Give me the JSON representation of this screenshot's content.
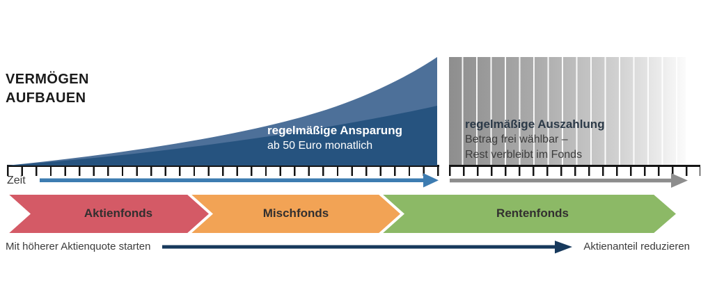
{
  "title": {
    "line1": "VERMÖGEN",
    "line2": "AUFBAUEN"
  },
  "accumulation": {
    "heading": "regelmäßige Ansparung",
    "subheading": "ab 50 Euro monatlich"
  },
  "payout": {
    "heading": "regelmäßige Auszahlung",
    "line1": "Betrag frei wählbar –",
    "line2": "Rest verbleibt im Fonds"
  },
  "axis": {
    "label": "Zeit"
  },
  "phases": [
    {
      "label": "Aktienfonds",
      "color": "#d45a66"
    },
    {
      "label": "Mischfonds",
      "color": "#f2a355"
    },
    {
      "label": "Rentenfonds",
      "color": "#8cb966"
    }
  ],
  "footer": {
    "left": "Mit höherer Aktienquote starten",
    "right": "Aktienanteil reduzieren"
  },
  "colors": {
    "wealth_area_light": "#4d7099",
    "wealth_area_dark": "#26537f",
    "time_arrow_blue": "#3d7cb1",
    "time_arrow_gray": "#8d8d8d",
    "equity_arrow_navy": "#17395c",
    "axis_black": "#141414",
    "payout_gradient_start": "#8e8e8e",
    "payout_gradient_end": "#fbfbfb"
  }
}
